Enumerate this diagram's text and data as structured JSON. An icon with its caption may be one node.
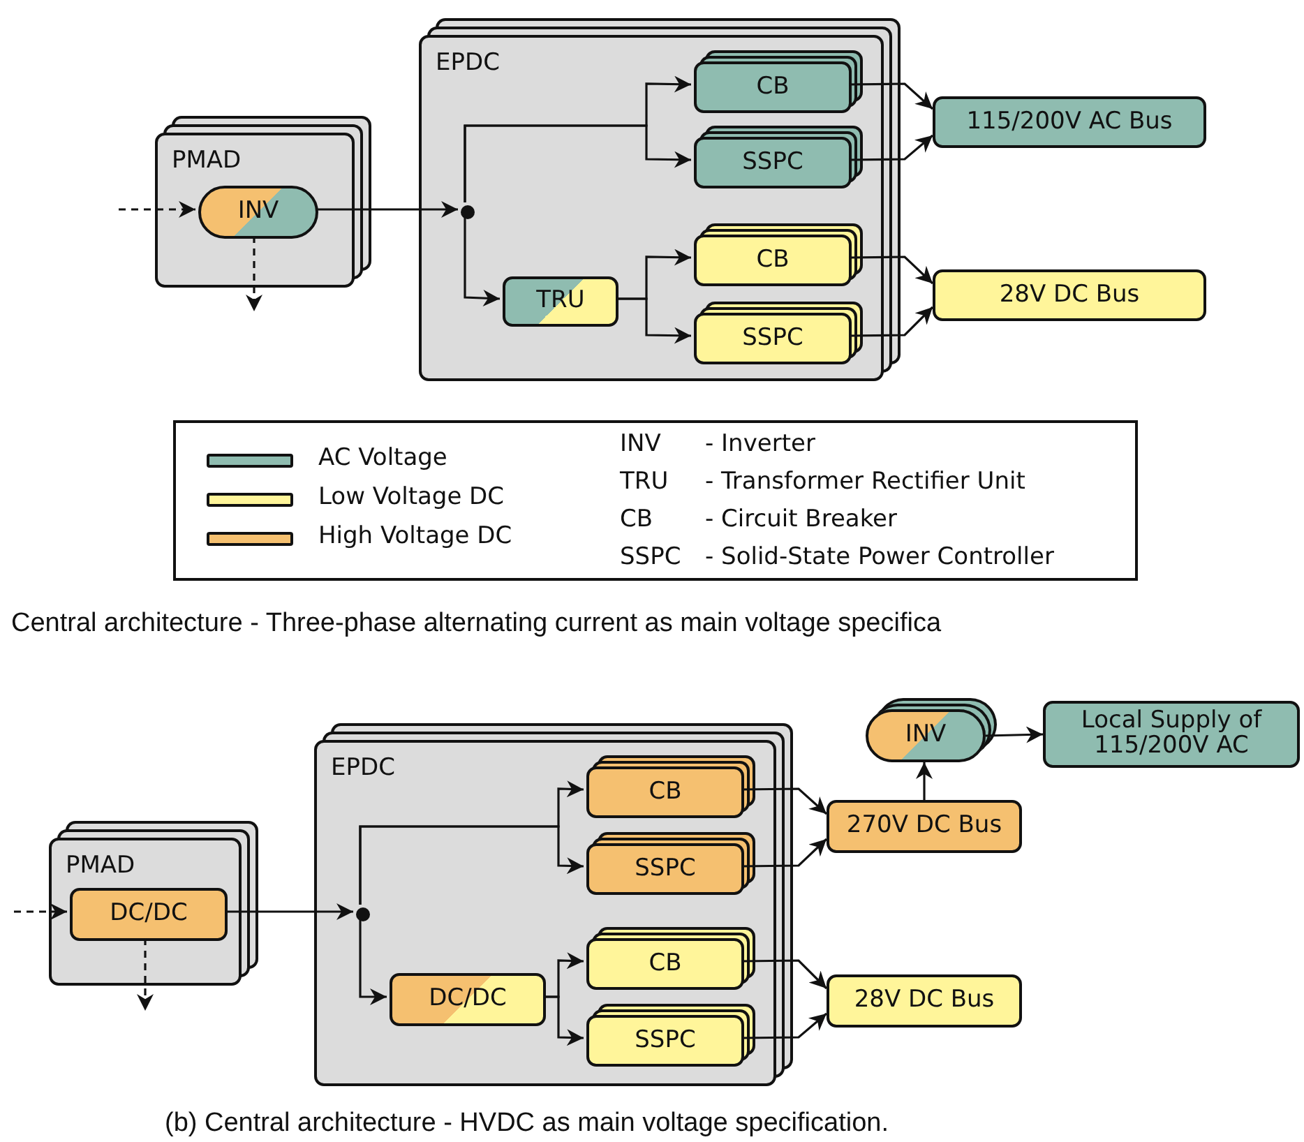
{
  "diagram": {
    "nodes": [
      {
        "text": [
          "PMAD"
        ]
      },
      {
        "text": [
          "INV"
        ],
        "in": 0
      },
      {
        "text": [
          "EPDC"
        ]
      },
      {
        "text": [],
        "shape": "circle",
        "in": 2
      },
      {
        "text": [
          "CB"
        ],
        "in": 2
      },
      {
        "text": [
          "SSPC"
        ],
        "in": 2
      },
      {
        "text": [
          "TRU"
        ],
        "in": 2
      },
      {
        "text": [
          "CB"
        ],
        "in": 2
      },
      {
        "text": [
          "SSPC"
        ],
        "in": 2
      },
      {
        "text": [
          "115/200V AC Bus"
        ]
      },
      {
        "text": [
          "28V DC Bus"
        ]
      },
      {
        "text": [
          "PMAD"
        ]
      },
      {
        "text": [
          "DC/DC"
        ],
        "in": 11
      },
      {
        "text": [
          "EPDC"
        ]
      },
      {
        "text": [],
        "shape": "circle",
        "in": 13
      },
      {
        "text": [
          "CB"
        ],
        "in": 13
      },
      {
        "text": [
          "SSPC"
        ],
        "in": 13
      },
      {
        "text": [
          "DC/DC"
        ],
        "in": 13
      },
      {
        "text": [
          "CB"
        ],
        "in": 13
      },
      {
        "text": [
          "SSPC"
        ],
        "in": 13
      },
      {
        "text": [
          "INV"
        ]
      },
      {
        "text": [
          "Local Supply of 115/200V AC"
        ]
      },
      {
        "text": [
          "270V DC Bus"
        ]
      },
      {
        "text": [
          "28V DC Bus"
        ]
      }
    ],
    "edges": [
      {
        "from": null,
        "to": 1,
        "arrow": "to",
        "style": "dashed"
      },
      {
        "from": 1,
        "to": null,
        "arrow": "to",
        "style": "dashed"
      },
      {
        "from": 1,
        "to": 3,
        "arrow": "to"
      },
      {
        "from": 3,
        "to": 4,
        "arrow": "to"
      },
      {
        "from": 3,
        "to": 5,
        "arrow": "to"
      },
      {
        "from": 3,
        "to": 6,
        "arrow": "to"
      },
      {
        "from": 6,
        "to": 7,
        "arrow": "to"
      },
      {
        "from": 6,
        "to": 8,
        "arrow": "to"
      },
      {
        "from": 4,
        "to": 9,
        "arrow": "to"
      },
      {
        "from": 5,
        "to": 9,
        "arrow": "to"
      },
      {
        "from": 7,
        "to": 10,
        "arrow": "to"
      },
      {
        "from": 8,
        "to": 10,
        "arrow": "to"
      },
      {
        "from": null,
        "to": 12,
        "arrow": "to",
        "style": "dashed"
      },
      {
        "from": 12,
        "to": null,
        "arrow": "to",
        "style": "dashed"
      },
      {
        "from": 12,
        "to": 14,
        "arrow": "to"
      },
      {
        "from": 14,
        "to": 15,
        "arrow": "to"
      },
      {
        "from": 14,
        "to": 16,
        "arrow": "to"
      },
      {
        "from": 14,
        "to": 17,
        "arrow": "to"
      },
      {
        "from": 17,
        "to": 18,
        "arrow": "to"
      },
      {
        "from": 17,
        "to": 19,
        "arrow": "to"
      },
      {
        "from": 15,
        "to": 22,
        "arrow": "to"
      },
      {
        "from": 16,
        "to": 22,
        "arrow": "to"
      },
      {
        "from": 18,
        "to": 23,
        "arrow": "to"
      },
      {
        "from": 19,
        "to": 23,
        "arrow": "to"
      },
      {
        "from": 22,
        "to": 20,
        "arrow": "to"
      },
      {
        "from": 20,
        "to": 21,
        "arrow": "to"
      }
    ],
    "labels": [
      "INV",
      "- Inverter",
      "TRU",
      "- Transformer Rectifier Unit",
      "CB",
      "- Circuit Breaker",
      "SSPC",
      "- Solid-State Power Controller",
      "Central architecture - Three-phase alternating current as main voltage specifica",
      "(b) Central architecture - HVDC as main voltage specification."
    ],
    "legend": [
      {
        "text": "AC Voltage",
        "color": "#8fbcb0"
      },
      {
        "text": "Low Voltage DC",
        "color": "#fff59a"
      },
      {
        "text": "High Voltage DC",
        "color": "#f5c070"
      }
    ]
  }
}
